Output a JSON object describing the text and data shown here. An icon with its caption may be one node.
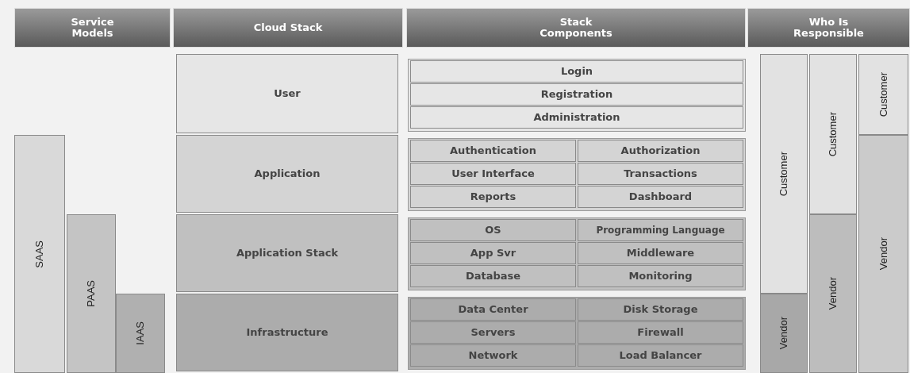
{
  "diagram": {
    "nodes": [
      {
        "text": [
          "Service Models"
        ]
      },
      {
        "text": [
          "Cloud Stack"
        ]
      },
      {
        "text": [
          "Stack Components"
        ]
      },
      {
        "text": [
          "Who Is Responsible"
        ]
      },
      {
        "text": [
          "SAAS"
        ]
      },
      {
        "text": [
          "PAAS"
        ]
      },
      {
        "text": [
          "IAAS"
        ]
      },
      {
        "text": [
          "User"
        ]
      },
      {
        "text": [
          "Application"
        ]
      },
      {
        "text": [
          "Application Stack"
        ]
      },
      {
        "text": [
          "Infrastructure"
        ]
      },
      {
        "text": [
          "Login"
        ]
      },
      {
        "text": [
          "Registration"
        ]
      },
      {
        "text": [
          "Administration"
        ]
      },
      {
        "text": [
          "Authentication"
        ]
      },
      {
        "text": [
          "Authorization"
        ]
      },
      {
        "text": [
          "User Interface"
        ]
      },
      {
        "text": [
          "Transactions"
        ]
      },
      {
        "text": [
          "Reports"
        ]
      },
      {
        "text": [
          "Dashboard"
        ]
      },
      {
        "text": [
          "OS"
        ]
      },
      {
        "text": [
          "Programming Language"
        ]
      },
      {
        "text": [
          "App Svr"
        ]
      },
      {
        "text": [
          "Middleware"
        ]
      },
      {
        "text": [
          "Database"
        ]
      },
      {
        "text": [
          "Monitoring"
        ]
      },
      {
        "text": [
          "Data Center"
        ]
      },
      {
        "text": [
          "Disk Storage"
        ]
      },
      {
        "text": [
          "Servers"
        ]
      },
      {
        "text": [
          "Firewall"
        ]
      },
      {
        "text": [
          "Network"
        ]
      },
      {
        "text": [
          "Load Balancer"
        ]
      },
      {
        "text": [
          "Customer"
        ]
      },
      {
        "text": [
          "Vendor"
        ]
      },
      {
        "text": [
          "Customer"
        ]
      },
      {
        "text": [
          "Vendor"
        ]
      },
      {
        "text": [
          "Customer"
        ]
      },
      {
        "text": [
          "Vendor"
        ]
      }
    ]
  }
}
